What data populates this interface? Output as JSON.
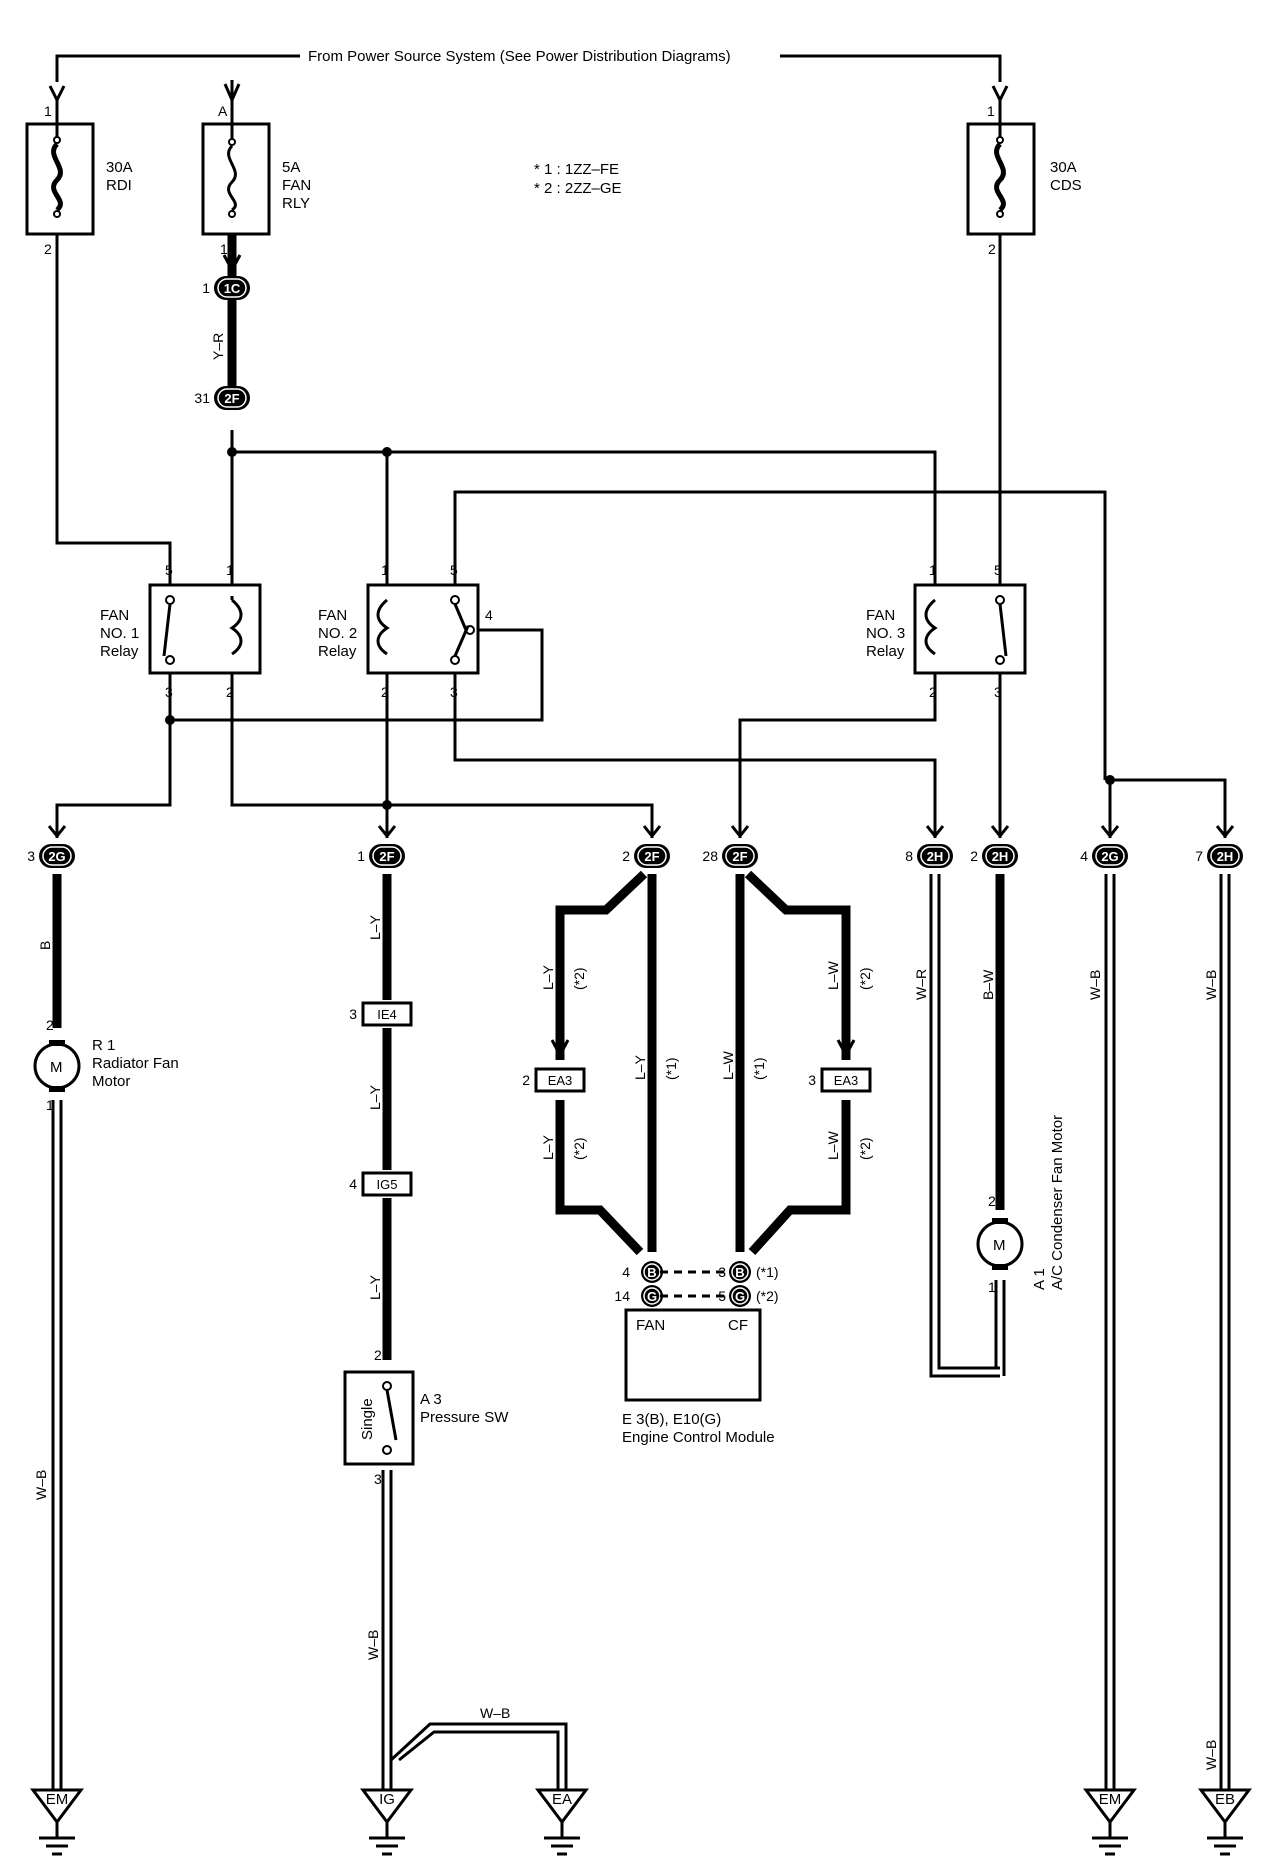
{
  "header": {
    "power_source": "From Power Source System (See Power Distribution Diagrams)"
  },
  "notes": [
    "* 1 : 1ZZ–FE",
    "* 2 : 2ZZ–GE"
  ],
  "fuses": [
    {
      "top_pin": "1",
      "bottom_pin": "2",
      "label": [
        "30A",
        "RDI"
      ]
    },
    {
      "top_pin": "A",
      "bottom_pin": "1",
      "label": [
        "5A",
        "FAN",
        "RLY"
      ]
    },
    {
      "top_pin": "1",
      "bottom_pin": "2",
      "label": [
        "30A",
        "CDS"
      ]
    }
  ],
  "connectors": {
    "ic": {
      "id": "1C",
      "pin": "1"
    },
    "f2_top": {
      "id": "2F",
      "pin": "31"
    },
    "g2_left": {
      "id": "2G",
      "pin": "3"
    },
    "f2_a": {
      "id": "2F",
      "pin": "1"
    },
    "f2_b": {
      "id": "2F",
      "pin": "2"
    },
    "f2_c": {
      "id": "2F",
      "pin": "28"
    },
    "h2_a": {
      "id": "2H",
      "pin": "8"
    },
    "h2_b": {
      "id": "2H",
      "pin": "2"
    },
    "g2_right": {
      "id": "2G",
      "pin": "4"
    },
    "h2_c": {
      "id": "2H",
      "pin": "7"
    },
    "ie4": {
      "id": "IE4",
      "pin": "3"
    },
    "ig5": {
      "id": "IG5",
      "pin": "4"
    },
    "ea3_left": {
      "id": "EA3",
      "pin": "2"
    },
    "ea3_right": {
      "id": "EA3",
      "pin": "3"
    },
    "ecm_b_left": {
      "id": "B",
      "pin": "4"
    },
    "ecm_g_left": {
      "id": "G",
      "pin": "14"
    },
    "ecm_b_right": {
      "id": "B",
      "pin": "3",
      "note": "(*1)"
    },
    "ecm_g_right": {
      "id": "G",
      "pin": "5",
      "note": "(*2)"
    }
  },
  "relays": [
    {
      "label": [
        "FAN",
        "NO. 1",
        "Relay"
      ],
      "pins": [
        "5",
        "1",
        "3",
        "2"
      ]
    },
    {
      "label": [
        "FAN",
        "NO. 2",
        "Relay"
      ],
      "pins": [
        "1",
        "5",
        "4",
        "2",
        "3"
      ]
    },
    {
      "label": [
        "FAN",
        "NO. 3",
        "Relay"
      ],
      "pins": [
        "1",
        "5",
        "2",
        "3"
      ]
    }
  ],
  "wires": {
    "yr": "Y–R",
    "b": "B",
    "wb": "W–B",
    "ly": "L–Y",
    "lw": "L–W",
    "wr": "W–R",
    "bw": "B–W",
    "n1": "(*1)",
    "n2": "(*2)"
  },
  "components": {
    "radiator_motor": {
      "ref": "R 1",
      "name": [
        "Radiator Fan",
        "Motor"
      ],
      "symbol": "M",
      "pin_top": "2",
      "pin_bottom": "1"
    },
    "ac_motor": {
      "ref": "A 1",
      "name": "A/C Condenser Fan Motor",
      "symbol": "M",
      "pin_top": "2",
      "pin_bottom": "1"
    },
    "pressure_sw": {
      "ref": "A 3",
      "name": "Pressure SW",
      "inner": "Single",
      "pin_top": "2",
      "pin_bottom": "3"
    },
    "ecm": {
      "ref": "E 3(B), E10(G)",
      "name": "Engine Control Module",
      "fan": "FAN",
      "cf": "CF"
    }
  },
  "grounds": [
    "EM",
    "IG",
    "EA",
    "EM",
    "EB"
  ]
}
